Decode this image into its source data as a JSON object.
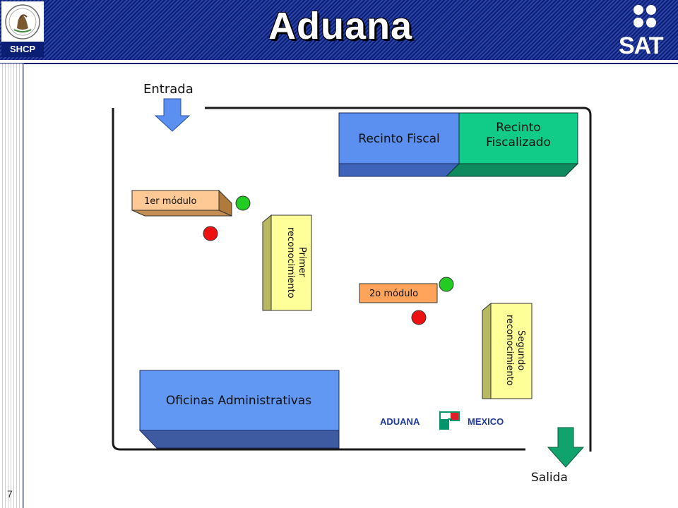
{
  "slide": {
    "title": "Aduana",
    "page_number": "7"
  },
  "logos": {
    "left_text": "SHCP",
    "right_text": "SAT"
  },
  "diagram": {
    "entrada_label": "Entrada",
    "salida_label": "Salida",
    "recinto_fiscal": "Recinto Fiscal",
    "recinto_fiscalizado_line1": "Recinto",
    "recinto_fiscalizado_line2": "Fiscalizado",
    "modulo1": "1er módulo",
    "modulo2": "2o módulo",
    "reconocimiento1_line1": "Primer",
    "reconocimiento1_line2": "reconocimiento",
    "reconocimiento2_line1": "Segundo",
    "reconocimiento2_line2": "reconocimiento",
    "oficinas": "Oficinas Administrativas",
    "brand_left": "ADUANA",
    "brand_right": "MEXICO"
  },
  "colors": {
    "header_blue": "#0a1f73",
    "blue_box": "#5b8ff0",
    "green_box": "#11cc88",
    "orange_module": "#ffa45a",
    "peach_module": "#ffc995",
    "yellow_box": "#ffff99",
    "signal_green": "#22cc22",
    "signal_red": "#ee1111",
    "brand_blue": "#1e3a9c",
    "brand_green": "#00966a",
    "brand_red": "#dd1f26"
  }
}
